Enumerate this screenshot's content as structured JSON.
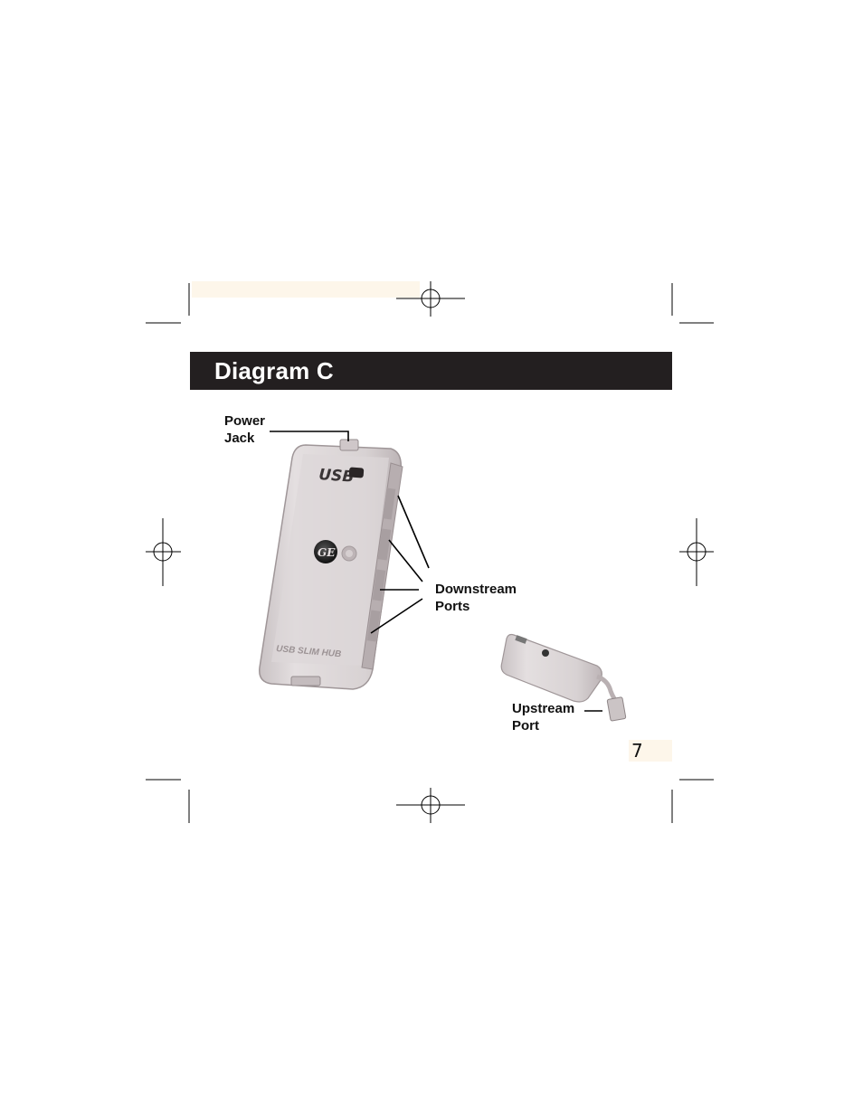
{
  "header": {
    "title": "Diagram C"
  },
  "labels": {
    "power_jack": [
      "Power",
      "Jack"
    ],
    "downstream_ports": [
      "Downstream",
      "Ports"
    ],
    "upstream_port": [
      "Upstream",
      "Port"
    ]
  },
  "device": {
    "main_logo_text": "USB",
    "brand_text": "GE",
    "model_text": "USB SLIM HUB"
  },
  "page": {
    "number": "7"
  },
  "colors": {
    "header_bg": "#231f20",
    "header_text": "#ffffff",
    "device_body": "#d8d2d4"
  }
}
